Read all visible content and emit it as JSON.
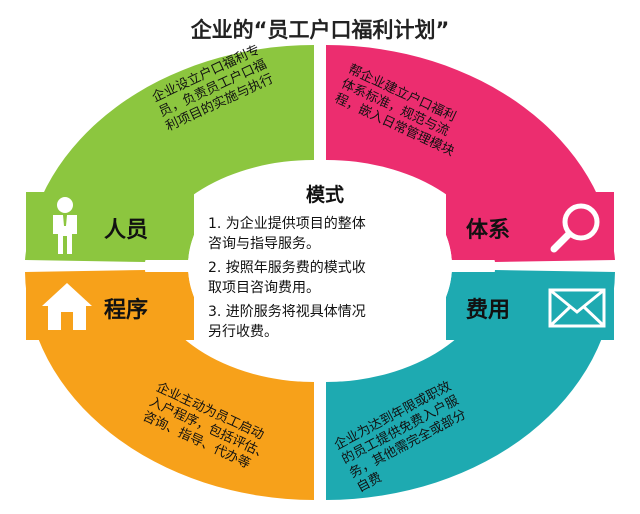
{
  "title": "企业的“员工户口福利计划”",
  "colors": {
    "green": "#8CC63F",
    "pink": "#EC2D6F",
    "orange": "#F7A11A",
    "teal": "#1EAAB1",
    "white": "#FFFFFF"
  },
  "center": {
    "heading": "模式",
    "items": [
      "1. 为企业提供项目的整体\n    咨询与指导服务。",
      "2. 按照年服务费的模式收\n    取项目咨询费用。",
      "3. 进阶服务将视具体情况\n    另行收费。"
    ]
  },
  "quadrants": {
    "top_left": {
      "text": "企业设立户口福利专\n员，负责员工户口福\n利项目的实施与执行"
    },
    "top_right": {
      "text": "帮企业建立户口福利\n体系标准，规范与流\n程，嵌入日常管理模块"
    },
    "bottom_left": {
      "text": "企业主动为员工启动\n入户程序，包括评估、\n咨询、指导、代办等"
    },
    "bottom_right": {
      "text": "企业为达到年限或职效\n的员工提供免费入户服\n务，其他需完全或部分\n自费"
    }
  },
  "tabs": {
    "people": {
      "label": "人员",
      "icon": "person-icon"
    },
    "system": {
      "label": "体系",
      "icon": "search-icon"
    },
    "process": {
      "label": "程序",
      "icon": "home-icon"
    },
    "fee": {
      "label": "费用",
      "icon": "mail-icon"
    }
  }
}
